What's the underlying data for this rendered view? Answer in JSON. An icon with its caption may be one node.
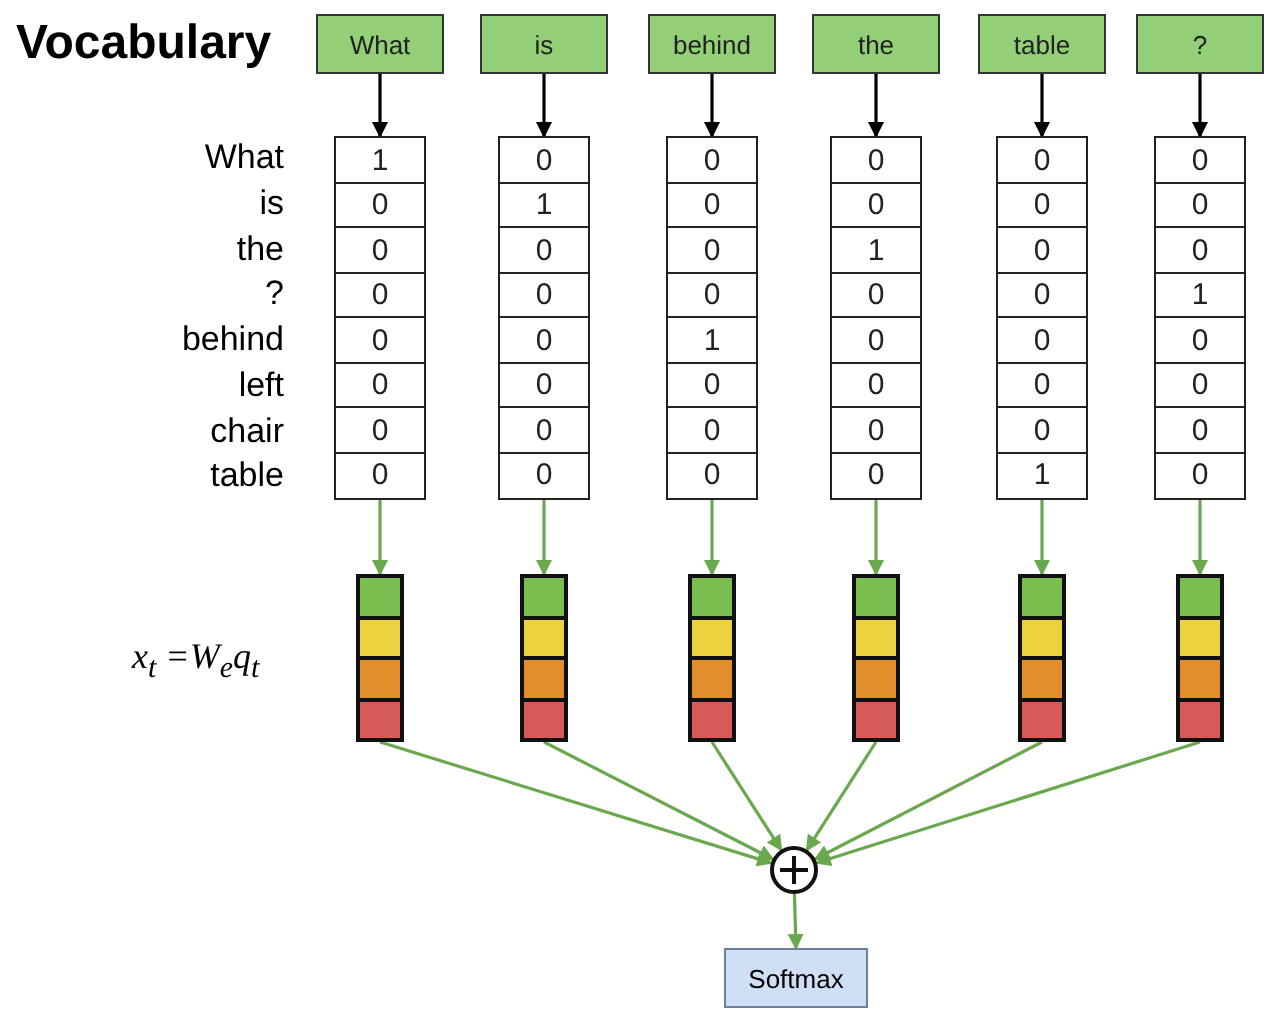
{
  "diagram": {
    "nodes": [
      {
        "text": [
          "What"
        ]
      },
      {
        "text": [
          "is"
        ]
      },
      {
        "text": [
          "behind"
        ]
      },
      {
        "text": [
          "the"
        ]
      },
      {
        "text": [
          "table"
        ]
      },
      {
        "text": [
          "?"
        ]
      },
      {
        "text": [
          "1",
          "0",
          "0",
          "0",
          "0",
          "0",
          "0",
          "0"
        ]
      },
      {
        "text": [
          "0",
          "1",
          "0",
          "0",
          "0",
          "0",
          "0",
          "0"
        ]
      },
      {
        "text": [
          "0",
          "0",
          "0",
          "0",
          "1",
          "0",
          "0",
          "0"
        ]
      },
      {
        "text": [
          "0",
          "0",
          "1",
          "0",
          "0",
          "0",
          "0",
          "0"
        ]
      },
      {
        "text": [
          "0",
          "0",
          "0",
          "0",
          "0",
          "0",
          "0",
          "1"
        ]
      },
      {
        "text": [
          "0",
          "0",
          "0",
          "1",
          "0",
          "0",
          "0",
          "0"
        ]
      },
      {
        "text": [],
        "shape": "bar"
      },
      {
        "text": [],
        "shape": "bar"
      },
      {
        "text": [],
        "shape": "bar"
      },
      {
        "text": [],
        "shape": "bar"
      },
      {
        "text": [],
        "shape": "bar"
      },
      {
        "text": [],
        "shape": "bar"
      },
      {
        "text": [],
        "shape": "circle"
      },
      {
        "text": [
          "Softmax"
        ]
      }
    ],
    "edges": [
      {
        "from": 0,
        "to": 6,
        "arrow": "to",
        "color": "#000000"
      },
      {
        "from": 1,
        "to": 7,
        "arrow": "to",
        "color": "#000000"
      },
      {
        "from": 2,
        "to": 8,
        "arrow": "to",
        "color": "#000000"
      },
      {
        "from": 3,
        "to": 9,
        "arrow": "to",
        "color": "#000000"
      },
      {
        "from": 4,
        "to": 10,
        "arrow": "to",
        "color": "#000000"
      },
      {
        "from": 5,
        "to": 11,
        "arrow": "to",
        "color": "#000000"
      },
      {
        "from": 6,
        "to": 12,
        "arrow": "to"
      },
      {
        "from": 7,
        "to": 13,
        "arrow": "to"
      },
      {
        "from": 8,
        "to": 14,
        "arrow": "to"
      },
      {
        "from": 9,
        "to": 15,
        "arrow": "to"
      },
      {
        "from": 10,
        "to": 16,
        "arrow": "to"
      },
      {
        "from": 11,
        "to": 17,
        "arrow": "to"
      },
      {
        "from": 12,
        "to": 18,
        "arrow": "to"
      },
      {
        "from": 13,
        "to": 18,
        "arrow": "to"
      },
      {
        "from": 14,
        "to": 18,
        "arrow": "to"
      },
      {
        "from": 15,
        "to": 18,
        "arrow": "to"
      },
      {
        "from": 16,
        "to": 18,
        "arrow": "to"
      },
      {
        "from": 17,
        "to": 18,
        "arrow": "to"
      },
      {
        "from": 18,
        "to": 19,
        "arrow": "to"
      }
    ],
    "labels": [
      "Vocabulary",
      "What",
      "is",
      "the",
      "?",
      "behind",
      "left",
      "chair",
      "table",
      "x$_{t}$ =W$_{e}$q$_{t}$"
    ]
  }
}
